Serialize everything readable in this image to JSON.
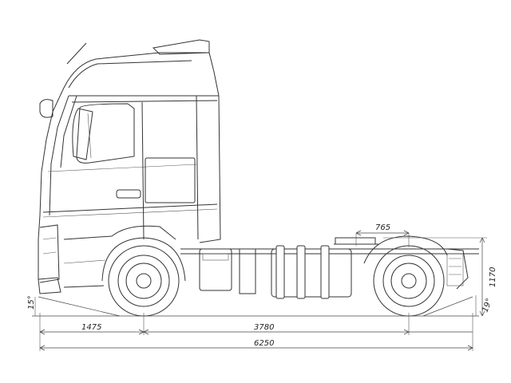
{
  "drawing": {
    "dimensions": {
      "front_overhang": "1475",
      "wheelbase": "3780",
      "overall_length": "6250",
      "fifth_wheel_offset": "765",
      "fifth_wheel_height": "1170",
      "approach_angle": "15°",
      "departure_angle": "19°"
    },
    "colors": {
      "line": "#333333",
      "background": "#ffffff"
    }
  }
}
